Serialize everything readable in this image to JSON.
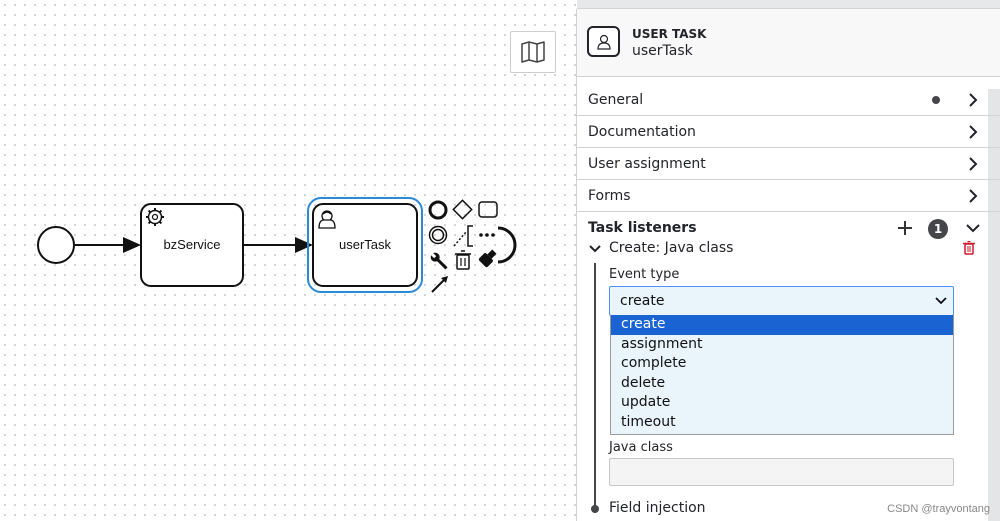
{
  "diagram": {
    "service_task_label": "bzService",
    "user_task_label": "userTask"
  },
  "panel": {
    "element_type": "USER TASK",
    "element_name": "userTask",
    "groups": [
      {
        "label": "General",
        "has_data": true
      },
      {
        "label": "Documentation"
      },
      {
        "label": "User assignment"
      },
      {
        "label": "Forms"
      }
    ],
    "task_listeners": {
      "label": "Task listeners",
      "count": "1",
      "listener_title": "Create: Java class",
      "event_type_label": "Event type",
      "event_type_value": "create",
      "options": [
        "create",
        "assignment",
        "complete",
        "delete",
        "update",
        "timeout"
      ],
      "selected_index": 0,
      "java_class_label": "Java class",
      "java_class_value": "",
      "field_injection_label": "Field injection"
    }
  },
  "icons": {
    "minimap": "map-icon",
    "gear": "gear-icon",
    "user": "user-icon",
    "chevron": "chevron-right-icon",
    "trash": "trash-icon",
    "add": "plus-icon"
  },
  "colors": {
    "selection": "#2b8ad8",
    "dropdown_selected": "#1a63d3",
    "delete": "#d11a2a"
  },
  "watermark": "CSDN @trayvontang"
}
